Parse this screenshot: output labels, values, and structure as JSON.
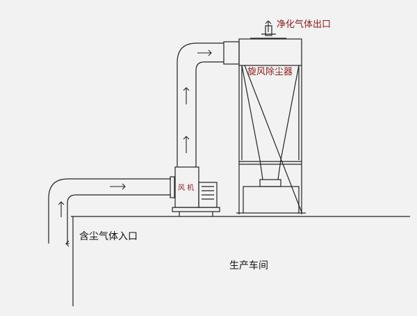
{
  "labels": {
    "clean_gas_outlet": "净化气体出口",
    "cyclone_separator": "旋风除尘器",
    "fan": "风 机",
    "dusty_gas_inlet": "含尘气体入口",
    "workshop": "生产车间"
  },
  "colors": {
    "background": "#f2f2f2",
    "line": "#222222",
    "label_red": "#8b1a1a",
    "label_black": "#111111"
  }
}
